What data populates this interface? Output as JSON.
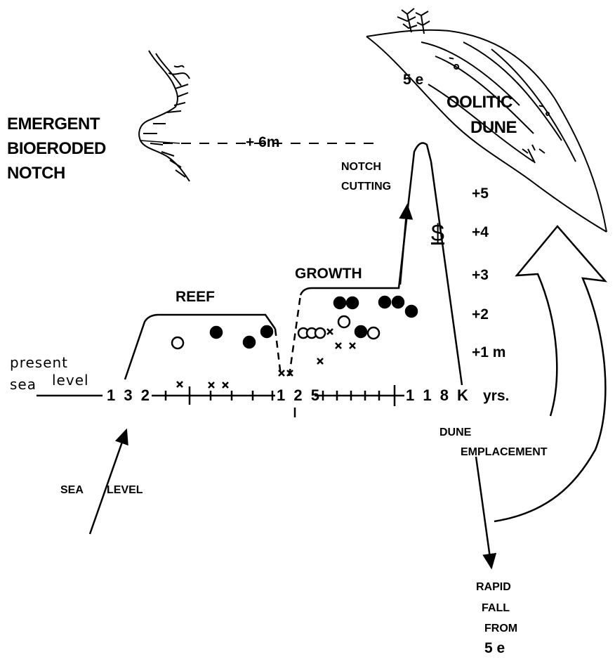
{
  "labels": {
    "emergent_notch": [
      "EMERGENT",
      "BIOERODED",
      "NOTCH"
    ],
    "plus_6m": "+ 6m",
    "notch_cutting": [
      "NOTCH",
      "CUTTING"
    ],
    "stage_top": "5 e",
    "oolitic_dune": [
      "OOLITIC",
      "DUNE"
    ],
    "growth": "GROWTH",
    "reef": "REEF",
    "sea_level_scale": [
      "+5",
      "+4",
      "+3",
      "+2",
      "+1 m"
    ],
    "present_sea_level": [
      "present",
      "sea",
      "level"
    ],
    "age_ticks": [
      "1 3 2",
      "1 2 5",
      "1 1 8  K",
      "yrs."
    ],
    "sea_level_arrow": [
      "SEA",
      "LEVEL"
    ],
    "dune_emplacement": [
      "DUNE",
      "EMPLACEMENT"
    ],
    "rapid_fall": [
      "RAPID",
      "FALL",
      "FROM"
    ],
    "stage_bottom": "5 e",
    "sea_level_symbol": "$"
  },
  "legend_symbols": {
    "filled_circle": "●",
    "open_circle": "○",
    "cross": "×"
  },
  "colors": {
    "ink": "#000000",
    "paper": "#ffffff"
  }
}
